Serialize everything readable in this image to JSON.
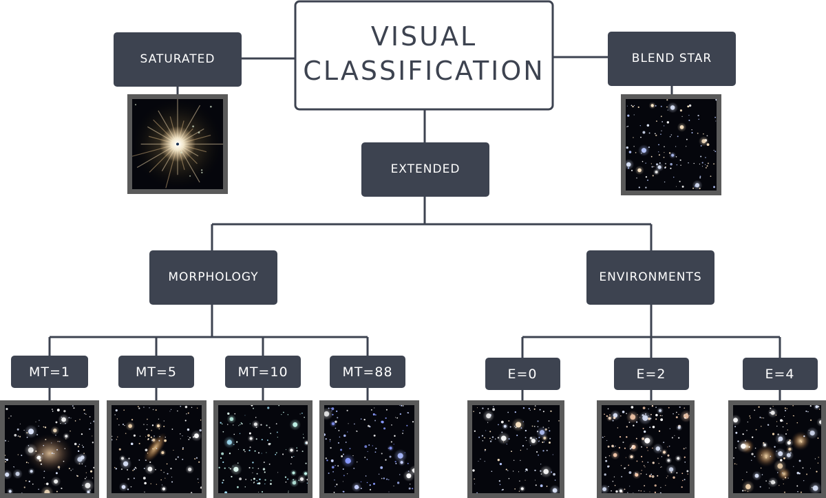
{
  "root": {
    "line1": "VISUAL",
    "line2": "CLASSIFICATION"
  },
  "nodes": {
    "saturated": "SATURATED",
    "blend_star": "BLEND STAR",
    "extended": "EXTENDED",
    "morphology": "MORPHOLOGY",
    "environments": "ENVIRONMENTS"
  },
  "morphology_types": [
    "MT=1",
    "MT=5",
    "MT=10",
    "MT=88"
  ],
  "environment_types": [
    "E=0",
    "E=2",
    "E=4"
  ],
  "colors": {
    "node_fill": "#3d4350",
    "frame": "#5a5a5a",
    "sky": "#05060c"
  }
}
